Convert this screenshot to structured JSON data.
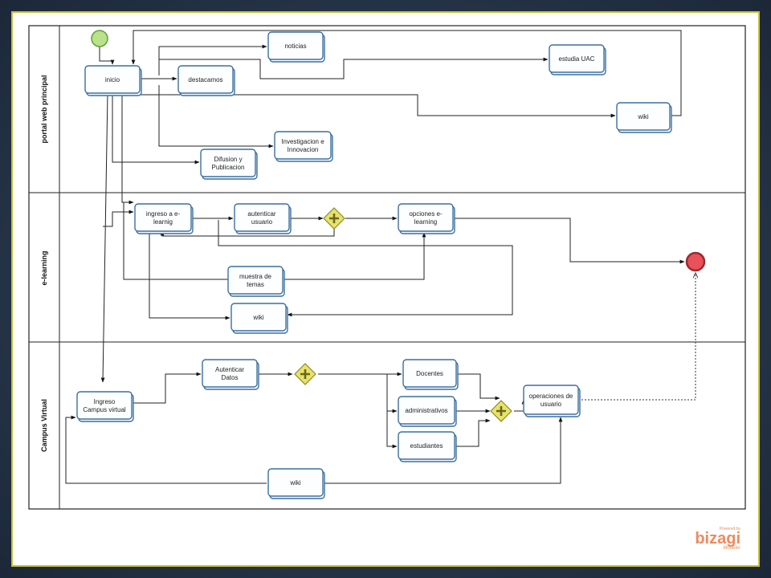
{
  "lanes": {
    "portal": "portal web principal",
    "elearning": "e-learning",
    "campus": "Campus Virtual"
  },
  "tasks": {
    "inicio": [
      "inicio"
    ],
    "noticias": [
      "noticias"
    ],
    "destacamos": [
      "destacamos"
    ],
    "estudia": [
      "estudia UAC"
    ],
    "wiki_portal": [
      "wiki"
    ],
    "investigacion": [
      "Investigacion e",
      "Innovacion"
    ],
    "difusion": [
      "Difusion y",
      "Publicacion"
    ],
    "ingreso_el": [
      "ingreso a e-",
      "learnig"
    ],
    "autenticar_usuario": [
      "autenticar",
      "usuario"
    ],
    "opciones": [
      "opciones e-",
      "learning"
    ],
    "muestra": [
      "muestra de",
      "temas"
    ],
    "wiki_el": [
      "wiki"
    ],
    "ingreso_cv": [
      "Ingreso",
      "Campus virtual"
    ],
    "autenticar_datos": [
      "Autenticar",
      "Datos"
    ],
    "docentes": [
      "Docentes"
    ],
    "administrativos": [
      "administrativos"
    ],
    "estudiantes": [
      "estudiantes"
    ],
    "operaciones": [
      "operaciones de",
      "usuario"
    ],
    "wiki_cv": [
      "wiki"
    ]
  },
  "logo": {
    "powered": "Powered by",
    "name": "bizagi",
    "product": "Modeler"
  },
  "colors": {
    "task_border": "#3a6fa0",
    "start_event": "#b9e28a",
    "end_event": "#e8505a",
    "gateway": "#e7e36a",
    "frame_border": "#c9c23a"
  }
}
